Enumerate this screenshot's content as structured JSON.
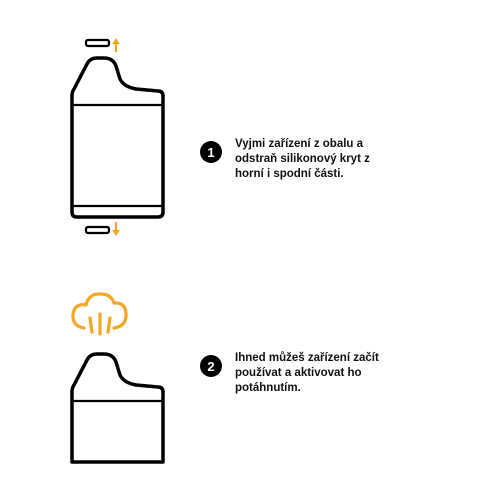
{
  "colors": {
    "outline": "#000000",
    "accent": "#F5A623",
    "background": "#FFFFFF"
  },
  "icons": {
    "step1": "device-with-caps-removed-icon",
    "step2": "device-with-vapor-cloud-icon",
    "arrow_up": "arrow-up-icon",
    "arrow_down": "arrow-down-icon"
  },
  "steps": [
    {
      "number": "1",
      "text": "Vyjmi zařízení z obalu a\nodstraň silikonový kryt z\nhorní i spodní části."
    },
    {
      "number": "2",
      "text": "Ihned můžeš zařízení začít\npoužívat a aktivovat ho\npotáhnutím."
    }
  ]
}
